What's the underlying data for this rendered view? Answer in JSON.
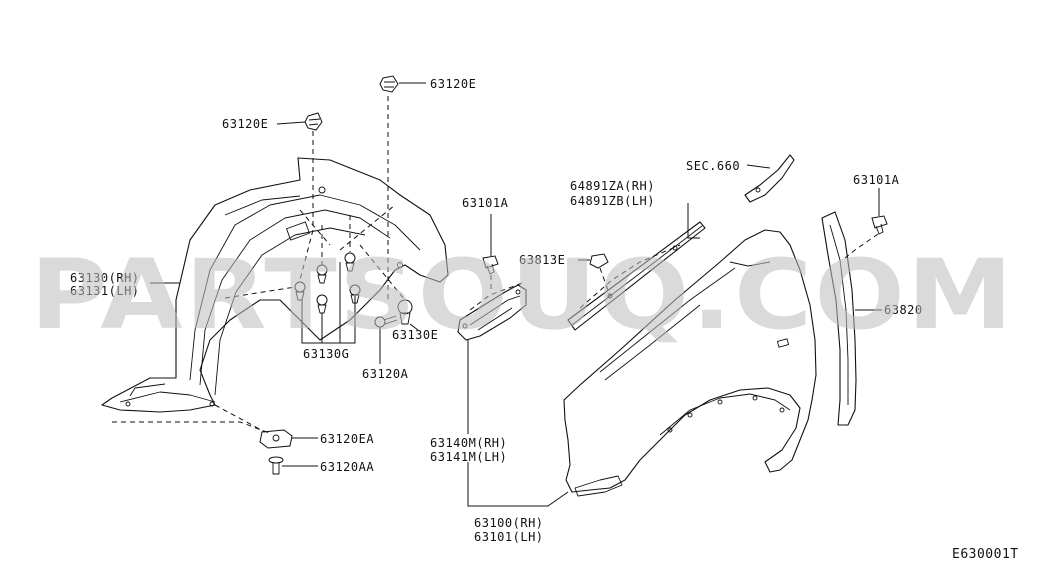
{
  "watermark": "PARTSOUQ.COM",
  "diagram_code": "E630001T",
  "labels": {
    "l63120E_top": "63120E",
    "l63120E_left": "63120E",
    "l63130": "63130(RH)",
    "l63131": "63131(LH)",
    "l63130G": "63130G",
    "l63130E": "63130E",
    "l63120A": "63120A",
    "l63120EA": "63120EA",
    "l63120AA": "63120AA",
    "l63101A_mid": "63101A",
    "l63813E": "63813E",
    "l64891ZA": "64891ZA(RH)",
    "l64891ZB": "64891ZB(LH)",
    "lSEC660": "SEC.660",
    "l63101A_right": "63101A",
    "l63820": "63820",
    "l63140M": "63140M(RH)",
    "l63141M": "63141M(LH)",
    "l63100": "63100(RH)",
    "l63101": "63101(LH)"
  }
}
